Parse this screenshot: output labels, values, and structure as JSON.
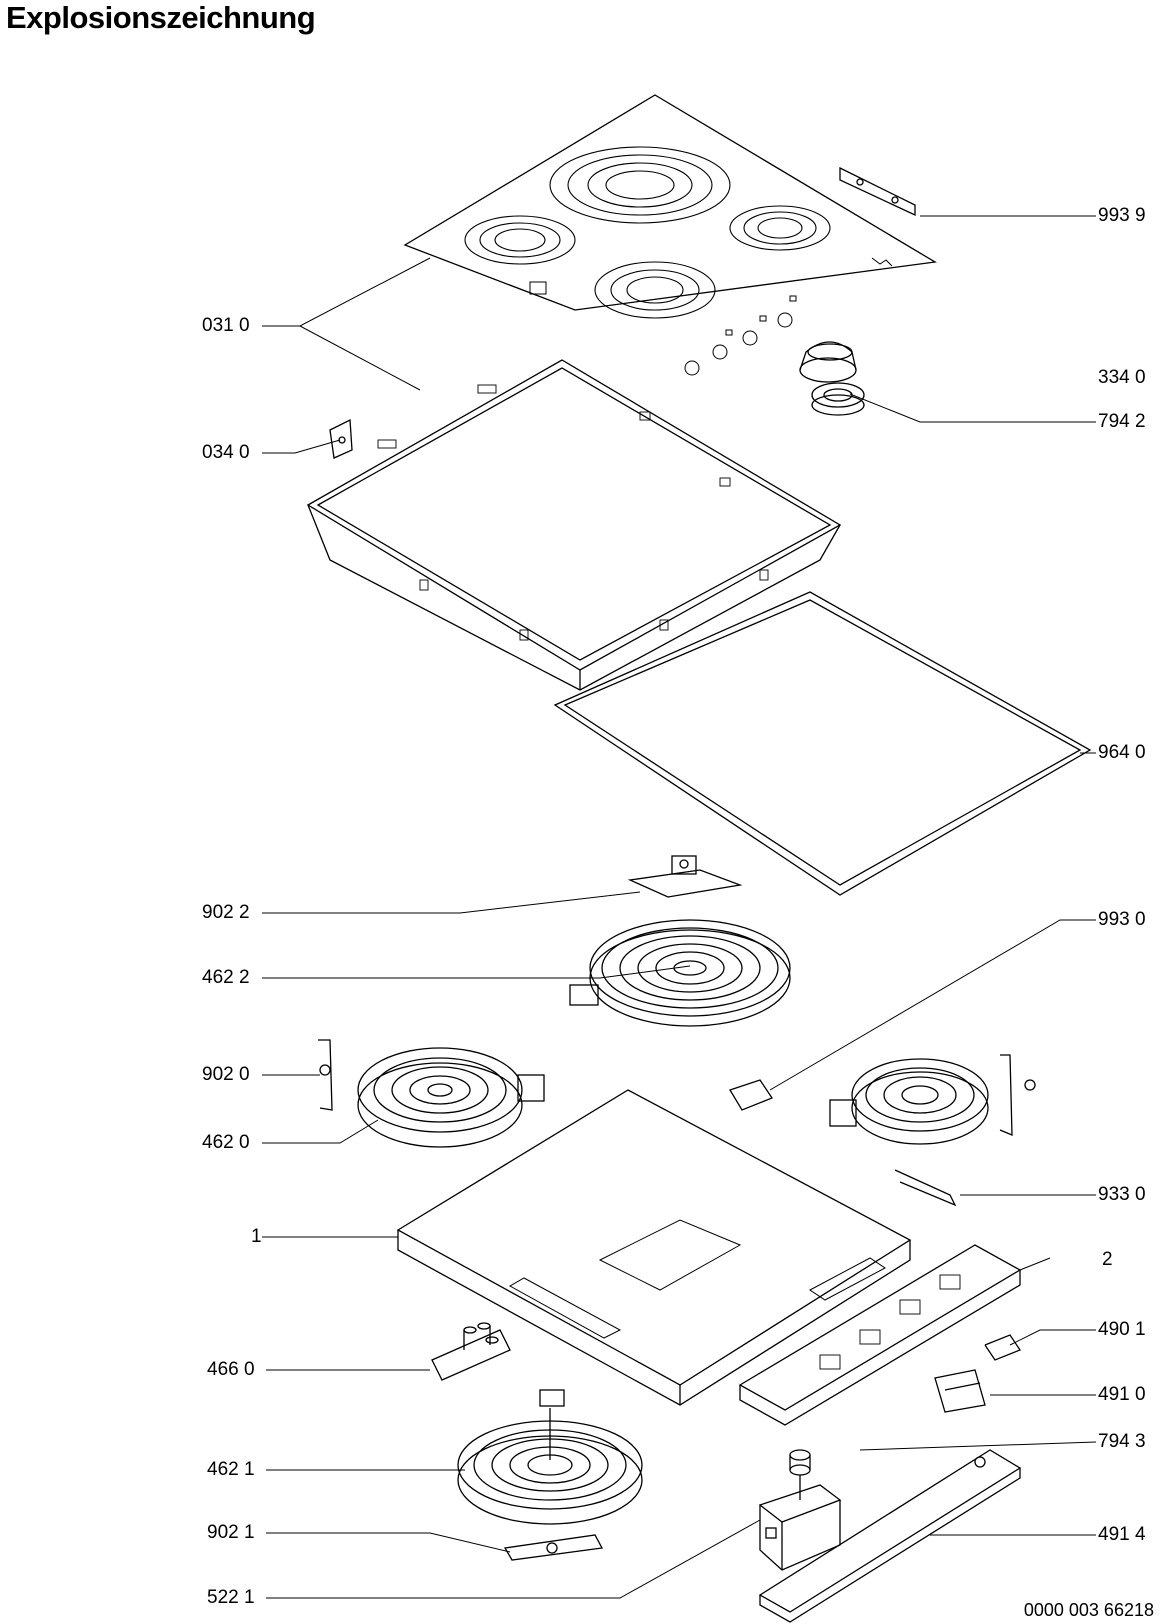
{
  "title": "Explosionszeichnung",
  "doc_number": "0000 003 66218",
  "labels": {
    "p0310": "031 0",
    "p0340": "034 0",
    "p9022": "902 2",
    "p4622": "462 2",
    "p9020": "902 0",
    "p4620": "462 0",
    "p1": "1",
    "p4660": "466 0",
    "p4621": "462 1",
    "p9021": "902 1",
    "p5221": "522 1",
    "p9939": "993 9",
    "p3340": "334 0",
    "p7942": "794 2",
    "p9640": "964 0",
    "p9930": "993 0",
    "p9330": "933 0",
    "p2": "2",
    "p4901": "490 1",
    "p4910": "491 0",
    "p7943": "794 3",
    "p4914": "491 4"
  }
}
